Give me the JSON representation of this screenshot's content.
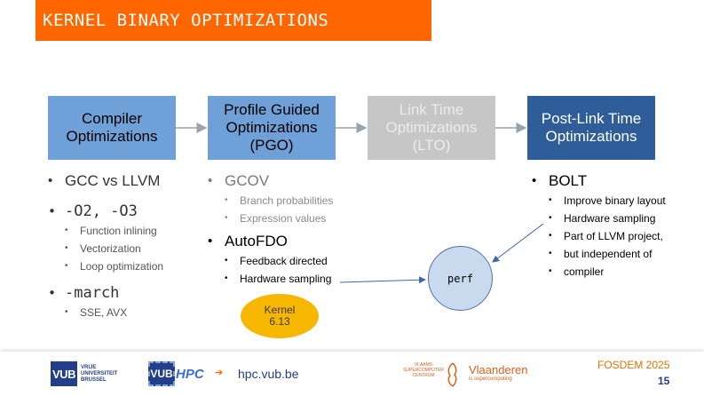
{
  "title": "KERNEL BINARY OPTIMIZATIONS",
  "boxes": {
    "compiler": "Compiler Optimizations",
    "pgo": "Profile Guided Optimizations (PGO)",
    "lto": "Link Time Optimizations (LTO)",
    "bolt": "Post-Link Time Optimizations"
  },
  "col_compiler": {
    "gcc_vs_llvm": "GCC vs LLVM",
    "o_flags": "-O2, -O3",
    "function_inlining": "Function inlining",
    "vectorization": "Vectorization",
    "loop_optimization": "Loop optimization",
    "march": "-march",
    "sse_avx": "SSE, AVX"
  },
  "col_pgo": {
    "gcov": "GCOV",
    "branch_probabilities": "Branch probabilities",
    "expression_values": "Expression values",
    "autofdo": "AutoFDO",
    "feedback_directed": "Feedback directed",
    "hardware_sampling": "Hardware sampling"
  },
  "col_bolt": {
    "bolt": "BOLT",
    "improve_binary_layout": "Improve binary layout",
    "hardware_sampling": "Hardware sampling",
    "llvm_line1": "Part of LLVM project,",
    "llvm_line2": "but independent of",
    "llvm_line3": "compiler"
  },
  "perf_label": "perf",
  "kernel": {
    "line1": "Kernel",
    "line2": "6.13"
  },
  "footer": {
    "vub_mark": "VUB",
    "vub_text": "VRIJE\nUNIVERSITEIT\nBRUSSEL",
    "vubhpc_mark": "VUB",
    "vubhpc_text": "HPC",
    "arrow": "➔",
    "link": "hpc.vub.be",
    "vsc_text": "VLAAMS\nSUPERCOMPUTER\nCENTRUM",
    "vlaanderen": "Vlaanderen",
    "vlaanderen_sub": "is supercomputing",
    "event": "FOSDEM 2025",
    "page": "15"
  },
  "colors": {
    "title_bg": "#ff6600",
    "box_light_blue": "#6fa0d8",
    "box_grey": "#c6c6c6",
    "box_dark_blue": "#2f5d9a",
    "kernel_yellow": "#f7b600",
    "perf_fill": "#c9d9ee"
  },
  "icons": {
    "flow_arrow": "arrow-right-icon",
    "pointer_arrow": "arrow-icon",
    "footer_arrow": "arrow-right-icon",
    "vlaanderen_lion": "lion-icon"
  }
}
